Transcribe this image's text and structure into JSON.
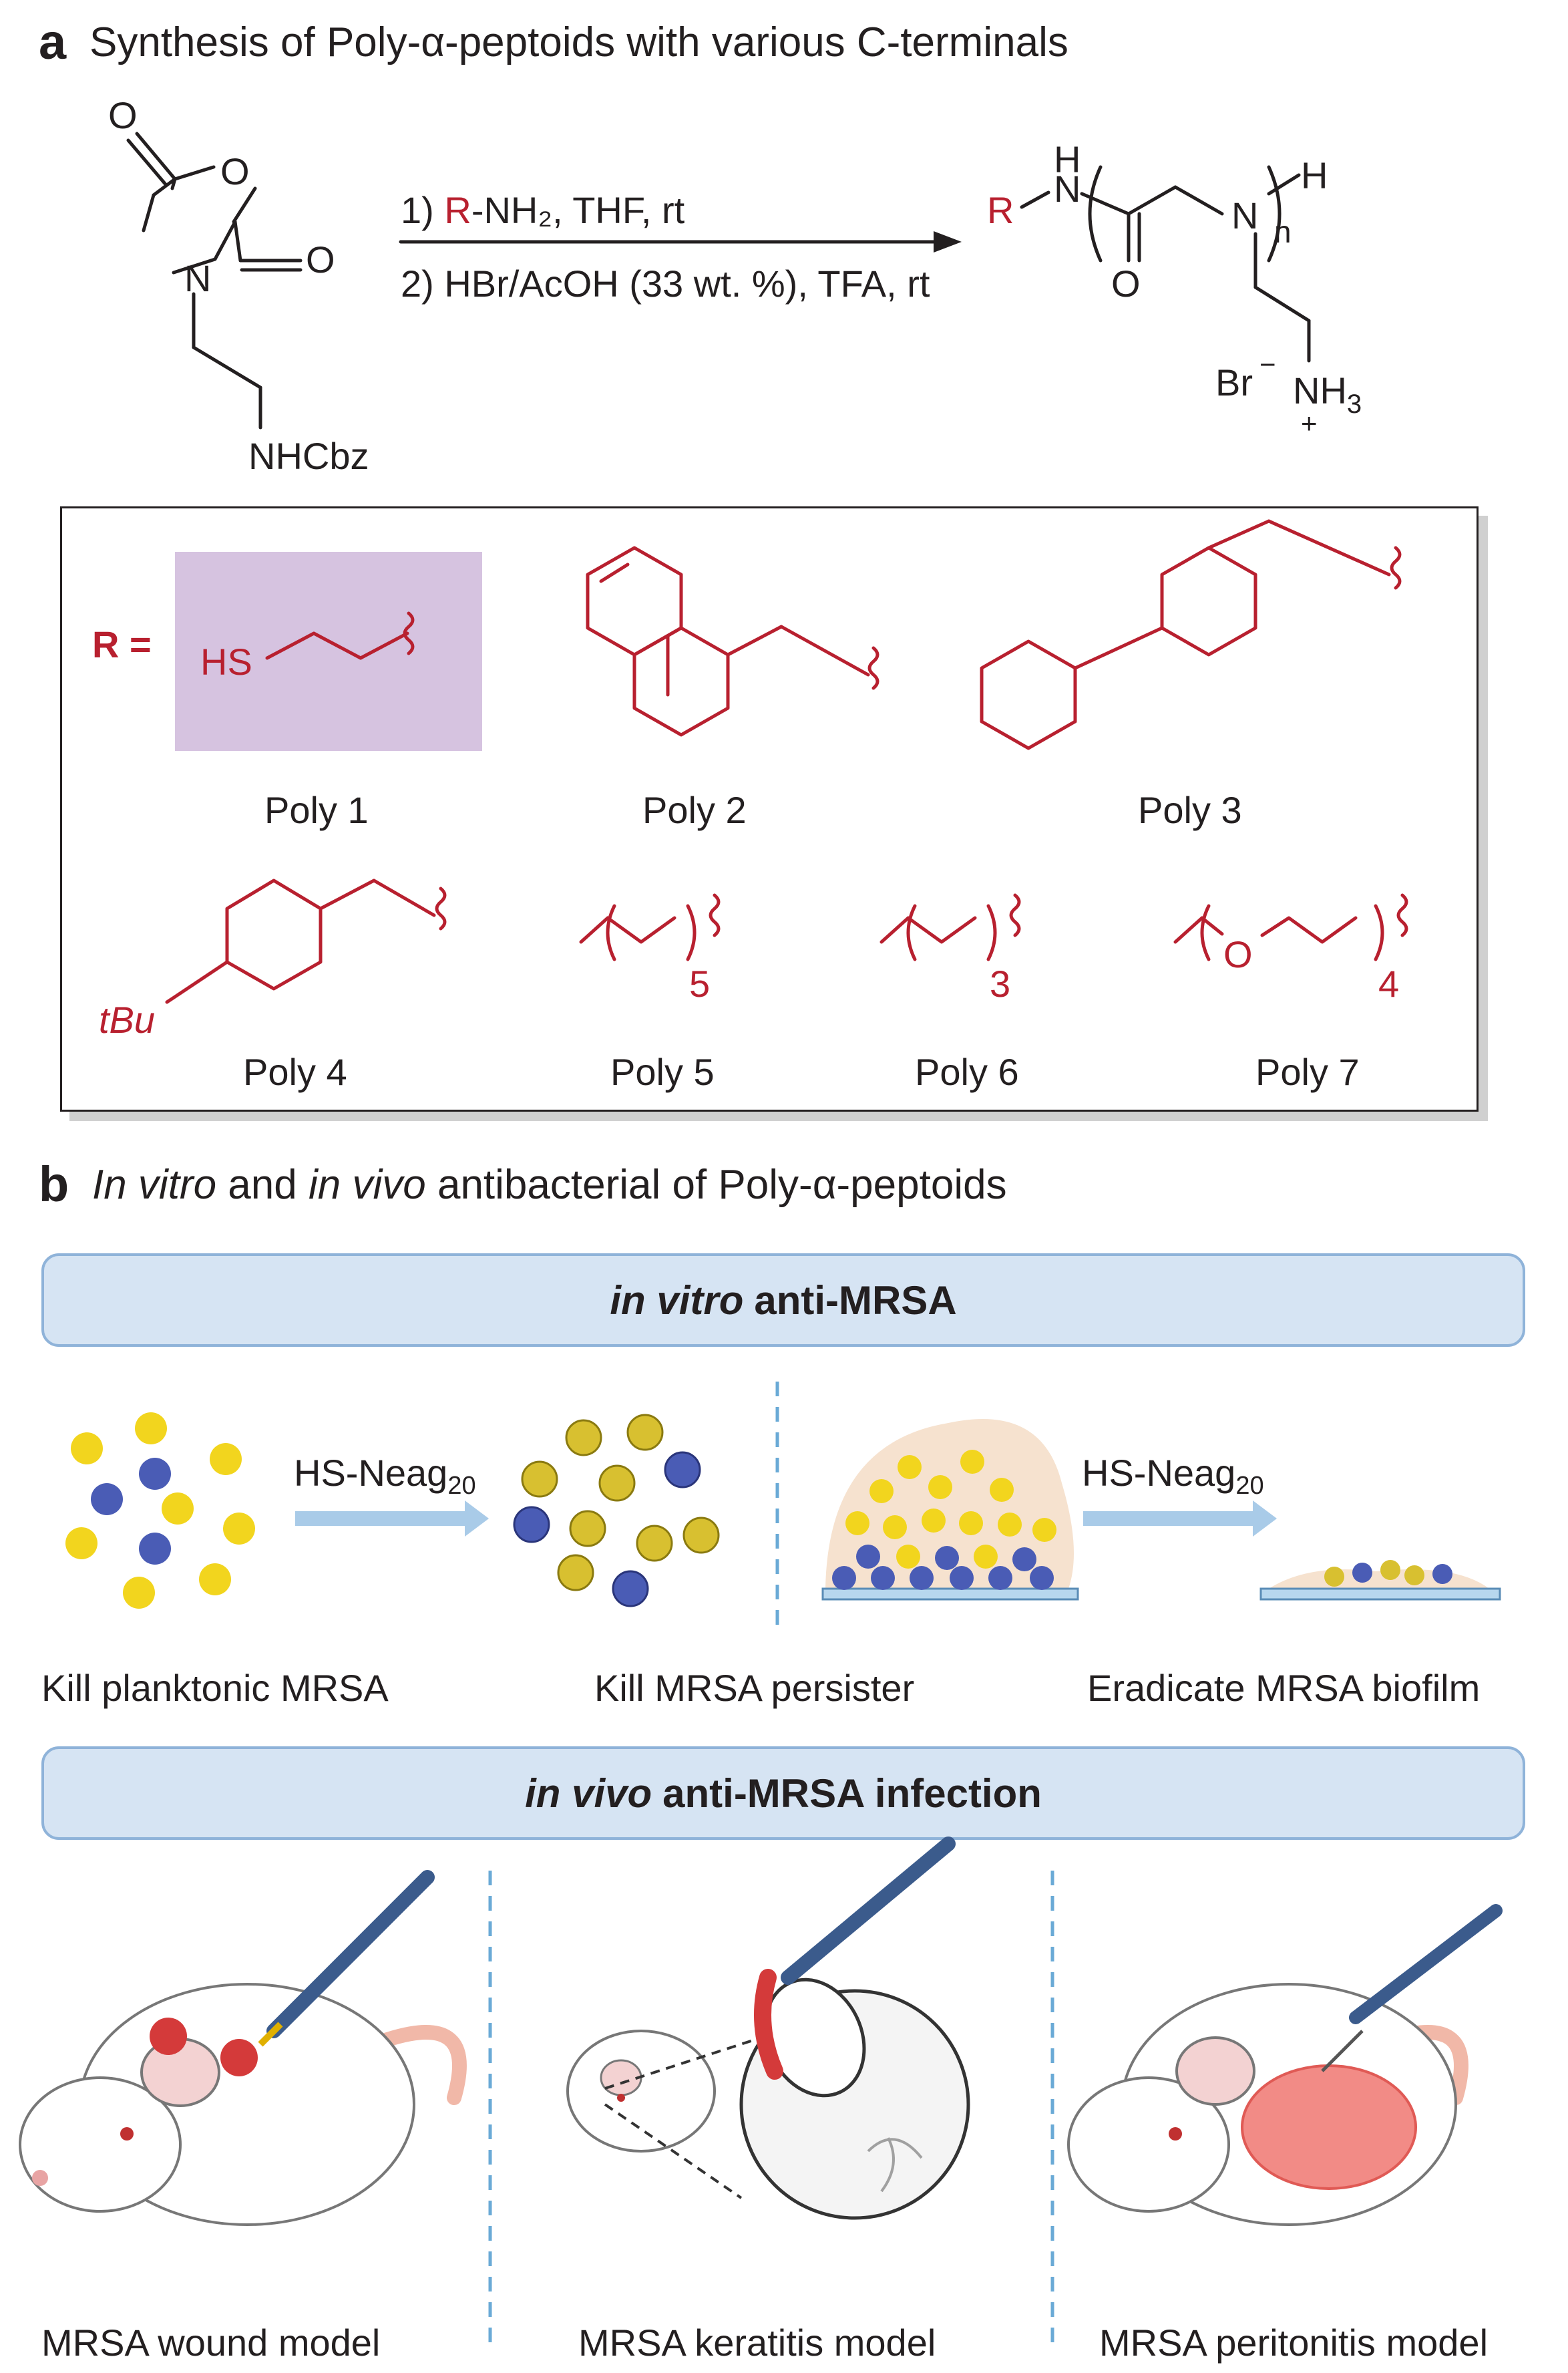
{
  "panel_a": {
    "letter": "a",
    "title": "Synthesis of Poly-α-peptoids with various C-terminals",
    "monomer": {
      "o_top": "O",
      "o_ring": "O",
      "o_right": "O",
      "n": "N",
      "sidechain": "NHCbz"
    },
    "conditions": {
      "step1_prefix": "1) ",
      "step1_r": "R",
      "step1_rest": "-NH₂, THF, rt",
      "step2": "2) HBr/AcOH (33 wt. %), TFA, rt"
    },
    "product": {
      "r": "R",
      "nh_h": "H",
      "nh_n": "N",
      "n_backbone": "N",
      "h_end": "H",
      "subscript_n": "n",
      "carbonyl_o": "O",
      "br": "Br",
      "br_charge": "−",
      "nh3": "NH",
      "nh3_sub": "3",
      "plus": "+"
    },
    "r_box": {
      "r_label": "R =",
      "poly1": {
        "hs": "HS",
        "name": "Poly 1"
      },
      "poly2": {
        "name": "Poly 2"
      },
      "poly3": {
        "name": "Poly 3"
      },
      "poly4": {
        "tbu": "tBu",
        "name": "Poly 4"
      },
      "poly5": {
        "sub": "5",
        "name": "Poly 5"
      },
      "poly6": {
        "sub": "3",
        "name": "Poly 6"
      },
      "poly7": {
        "o": "O",
        "sub": "4",
        "name": "Poly 7"
      }
    }
  },
  "panel_b": {
    "letter": "b",
    "title_it1": "In vitro",
    "title_mid": "and",
    "title_it2": "in vivo",
    "title_rest": "antibacterial of Poly-α-peptoids",
    "banner1_it": "in vitro",
    "banner1_rest": "anti-MRSA",
    "arrow_label": "HS-Neag",
    "arrow_sub": "20",
    "captions_vitro": [
      "Kill planktonic MRSA",
      "Kill MRSA persister",
      "Eradicate MRSA biofilm"
    ],
    "banner2_it": "in vivo",
    "banner2_rest": "anti-MRSA infection",
    "captions_vivo": [
      "MRSA wound model",
      "MRSA keratitis model",
      "MRSA peritonitis model"
    ]
  },
  "colors": {
    "text": "#231f20",
    "accent_red": "#b8202f",
    "highlight_purple": "#d6c3e0",
    "banner_fill": "#d6e4f3",
    "banner_border": "#8fb3d9",
    "bacteria_yellow": "#f2d51e",
    "bacteria_blue": "#4a5cb5",
    "arrow_blue": "#a9cbe8"
  }
}
